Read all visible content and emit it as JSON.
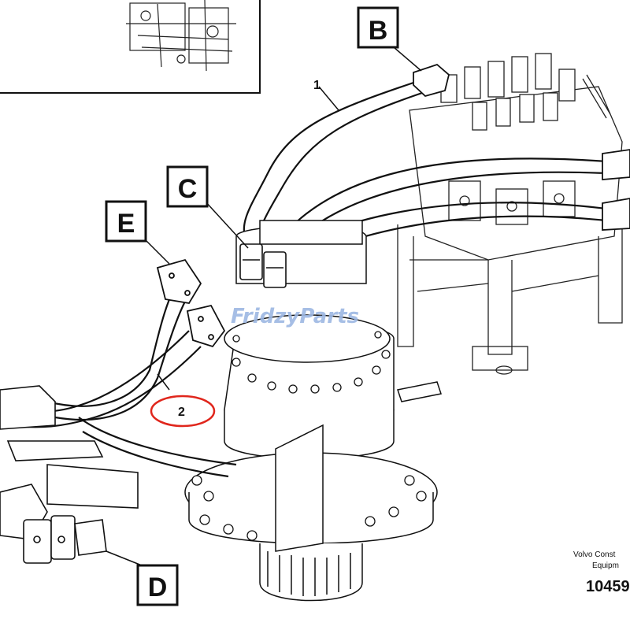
{
  "diagram": {
    "callouts": {
      "b": "B",
      "c": "C",
      "d": "D",
      "e": "E"
    },
    "numbers": {
      "hose_1": "1",
      "hose_2": "2"
    },
    "highlight_color": "#e0261c"
  },
  "watermark": {
    "brand_a": "Fridzy",
    "brand_b": "Parts",
    "color": "#9db8e3"
  },
  "footer": {
    "line1": "Volvo Const",
    "line2": "Equipm",
    "ref": "10459"
  }
}
